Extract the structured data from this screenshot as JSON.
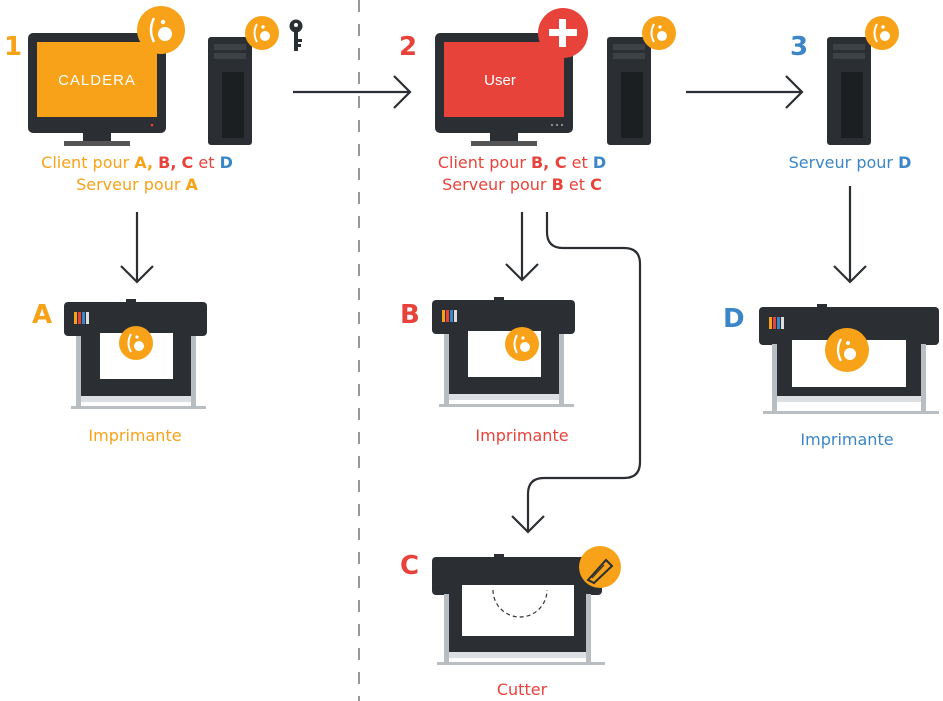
{
  "colors": {
    "orange": "#f7a218",
    "red": "#e8433b",
    "blue": "#3b86c6",
    "dark": "#2b2f33"
  },
  "steps": [
    {
      "number": "1",
      "screen_text": "CALDERA"
    },
    {
      "number": "2",
      "screen_text": "User"
    },
    {
      "number": "3"
    }
  ],
  "captions": {
    "s1_line1": {
      "prefix": "Client pour ",
      "a": "A,",
      "b": "B,",
      "c": "C",
      "et": " et ",
      "d": "D"
    },
    "s1_line2": {
      "prefix": "Serveur pour ",
      "a": "A"
    },
    "s2_line1": {
      "prefix": "Client pour ",
      "bc": "B, C",
      "et": " et ",
      "d": "D"
    },
    "s2_line2": {
      "prefix": "Serveur pour ",
      "b": "B",
      "et": " et ",
      "c": "C"
    },
    "s3_line1": {
      "prefix": "Serveur pour ",
      "d": "D"
    }
  },
  "devices": [
    {
      "letter": "A",
      "label": "Imprimante"
    },
    {
      "letter": "B",
      "label": "Imprimante"
    },
    {
      "letter": "C",
      "label": "Cutter"
    },
    {
      "letter": "D",
      "label": "Imprimante"
    }
  ],
  "icons": [
    "caldera-logo-icon",
    "key-icon",
    "plus-icon",
    "knife-icon",
    "arrow-right-icon",
    "arrow-down-icon"
  ]
}
